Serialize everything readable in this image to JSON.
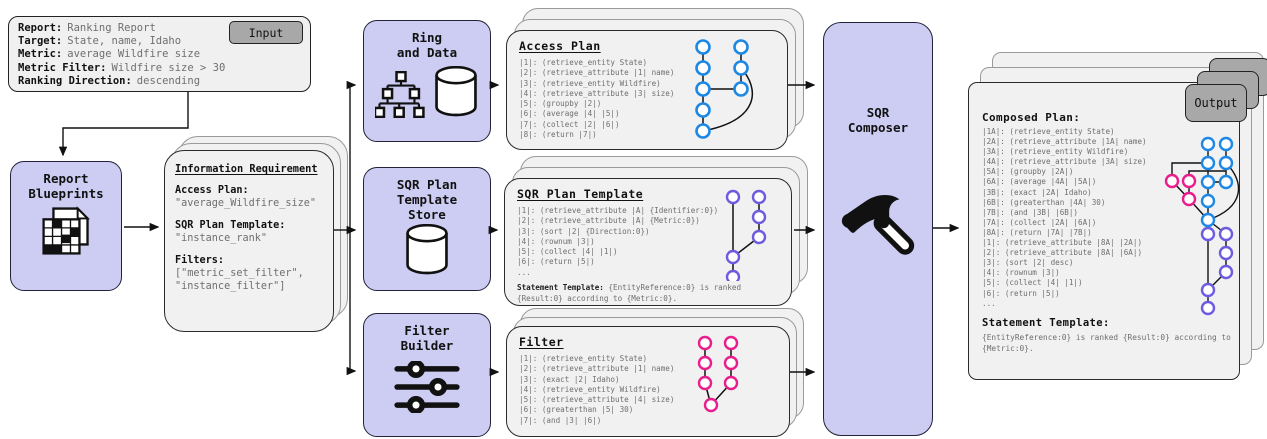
{
  "colors": {
    "lavender": "#cdcdf3",
    "cardbg": "#f1f1f1",
    "badge": "#a8a8a8",
    "blue": "#1e88e5",
    "purple": "#6d5be0",
    "pink": "#e91e8c",
    "codegray": "#6f6f6f"
  },
  "input_box": {
    "badge": "Input",
    "lines": [
      {
        "label": "Report:",
        "value": "Ranking Report"
      },
      {
        "label": "Target:",
        "value": "State, name, Idaho"
      },
      {
        "label": "Metric:",
        "value": "average Wildfire size"
      },
      {
        "label": "Metric Filter:",
        "value": "Wildfire size > 30"
      },
      {
        "label": "Ranking Direction:",
        "value": "descending"
      }
    ]
  },
  "report_blueprints": {
    "label": "Report\nBlueprints"
  },
  "information_requirement": {
    "title": "Information Requirement",
    "sections": [
      {
        "label": "Access Plan:",
        "value": "\"average_Wildfire_size\""
      },
      {
        "label": "SQR Plan Template:",
        "value": "\"instance_rank\""
      },
      {
        "label": "Filters:",
        "value": "[\"metric_set_filter\",\n \"instance_filter\"]"
      }
    ]
  },
  "stores": {
    "ring_and_data": {
      "label": "Ring\nand Data"
    },
    "template_store": {
      "label": "SQR Plan\nTemplate\nStore"
    },
    "filter_builder": {
      "label": "Filter\nBuilder"
    }
  },
  "cards": {
    "access_plan": {
      "title": "Access Plan",
      "lines": [
        "|1|: (retrieve_entity State)",
        "|2|: (retrieve_attribute |1| name)",
        "|3|: (retrieve_entity Wildfire)",
        "|4|: (retrieve_attribute |3| size)",
        "|5|: (groupby |2|)",
        "|6|: (average |4| |5|)",
        "|7|: (collect |2| |6|)",
        "|8|: (return |7|)"
      ]
    },
    "sqr_plan_template": {
      "title": "SQR Plan Template",
      "lines": [
        "|1|: (retrieve_attribute |A| {Identifier:0})",
        "|2|: (retrieve_attribute |A| {Metric:0})",
        "|3|: (sort |2| {Direction:0})",
        "|4|: (rownum |3|)",
        "|5|: (collect |4| |1|)",
        "|6|: (return |5|)",
        "..."
      ],
      "statement_label": "Statement Template:",
      "statement_text": " {EntityReference:0} is ranked {Result:0} according to {Metric:0}."
    },
    "filter": {
      "title": "Filter",
      "lines": [
        "|1|: (retrieve_entity State)",
        "|2|: (retrieve_attribute |1| name)",
        "|3|: (exact |2| Idaho)",
        "|4|: (retrieve_entity Wildfire)",
        "|5|: (retrieve_attribute |4| size)",
        "|6|: (greaterthan |5| 30)",
        "|7|: (and |3| |6|)"
      ]
    }
  },
  "composer": {
    "label": "SQR\nComposer"
  },
  "output": {
    "badge": "Output",
    "title": "Composed Plan:",
    "lines": [
      "|1A|: (retrieve_entity State)",
      "|2A|: (retrieve_attribute |1A| name)",
      "|3A|: (retrieve_entity Wildfire)",
      "|4A|: (retrieve_attribute |3A| size)",
      "|5A|: (groupby |2A|)",
      "|6A|: (average |4A| |5A|)",
      "|3B|: (exact |2A| Idaho)",
      "|6B|: (greaterthan |4A| 30)",
      "|7B|: (and |3B| |6B|)",
      "|7A|: (collect |2A| |6A|)",
      "|8A|: (return |7A| |7B|)",
      "|1|: (retrieve_attribute |8A| |2A|)",
      "|2|: (retrieve_attribute |8A| |6A|)",
      "|3|: (sort |2| desc)",
      "|4|: (rownum |3|)",
      "|5|: (collect |4| |1|)",
      "|6|: (return |5|)",
      "..."
    ],
    "statement_label": "Statement Template:",
    "statement_text": "{EntityReference:0} is ranked {Result:0} according to {Metric:0}."
  }
}
